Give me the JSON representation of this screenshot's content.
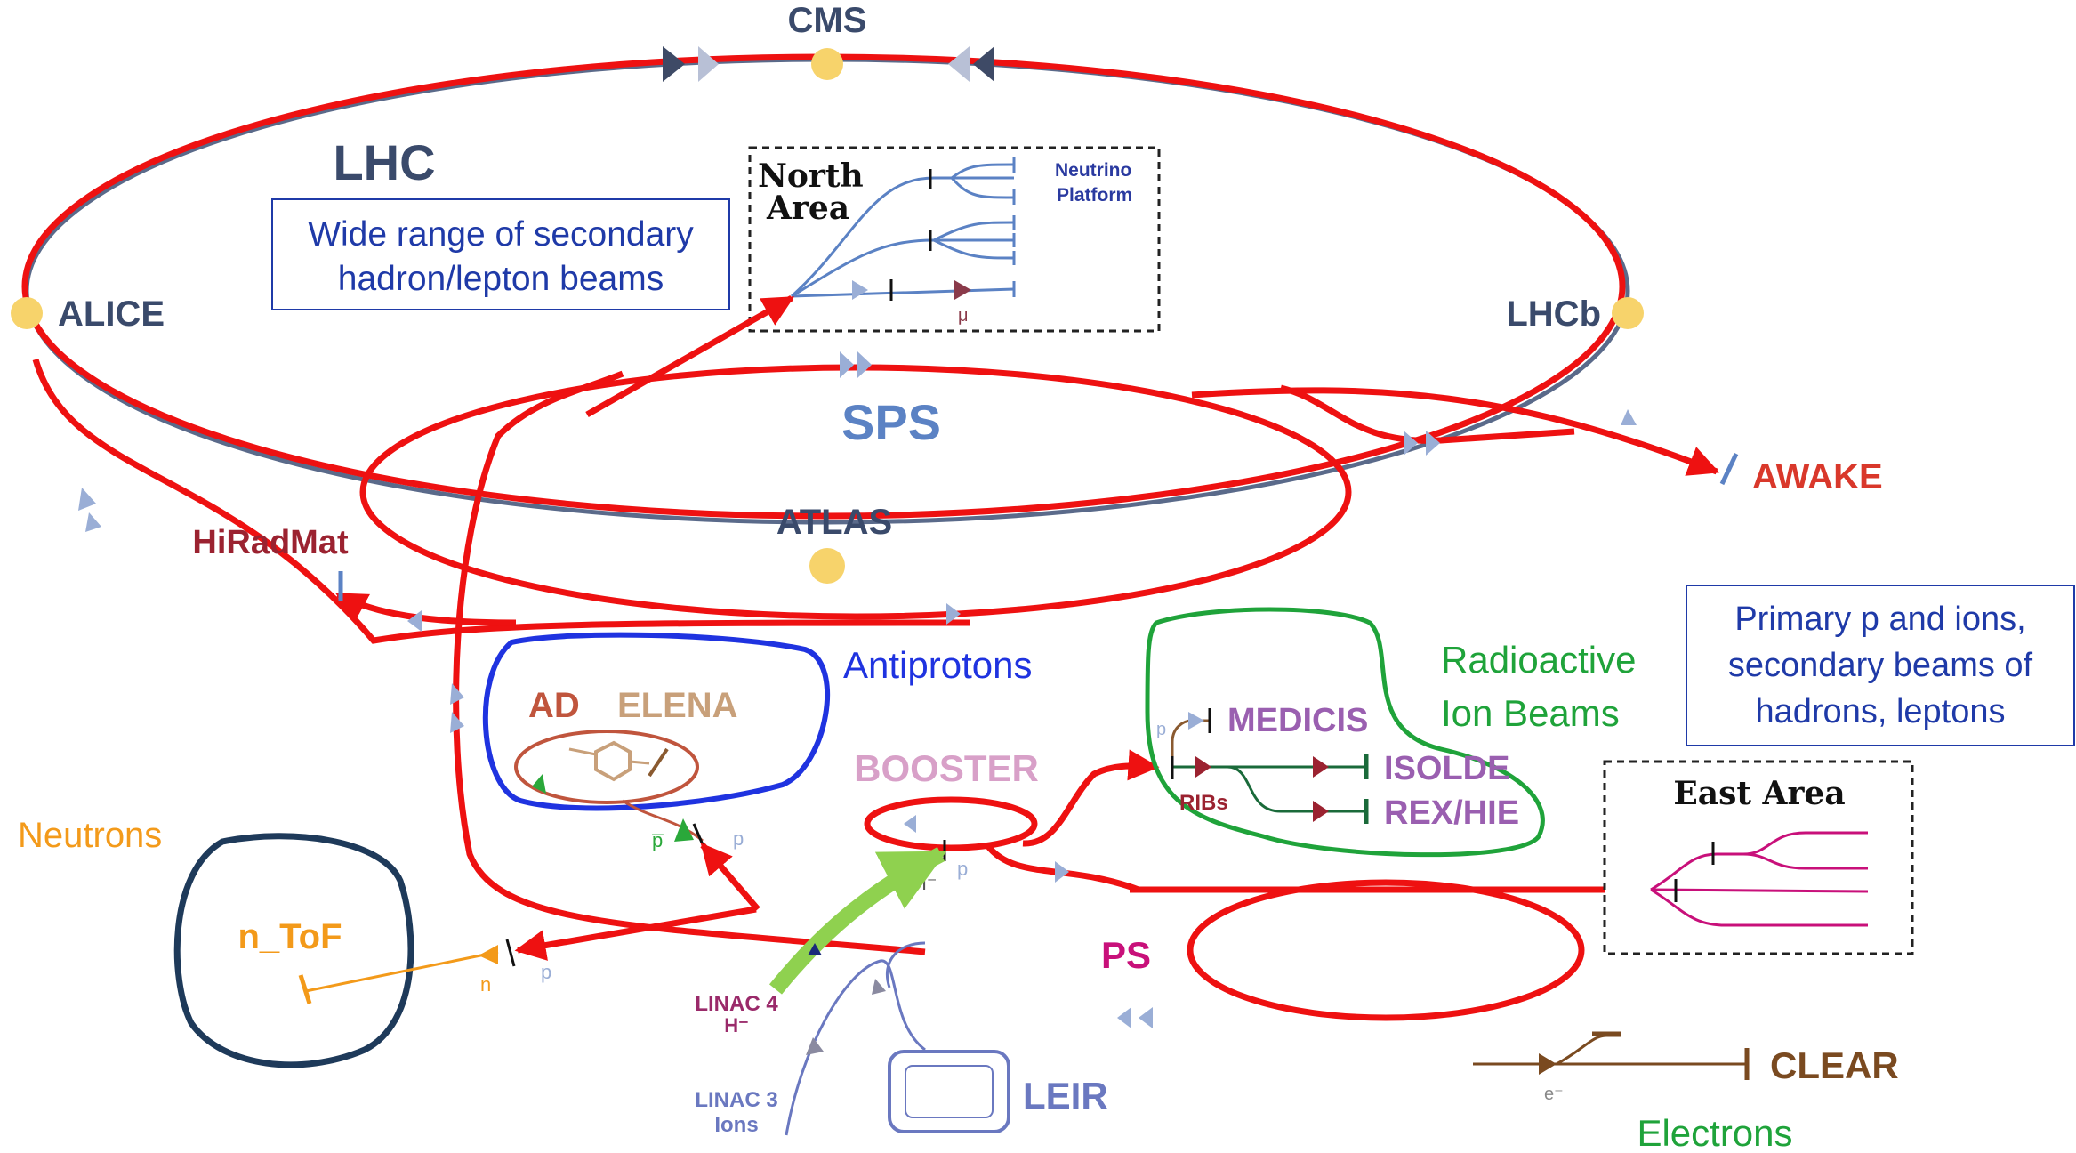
{
  "labels": {
    "cms": "CMS",
    "lhc": "LHC",
    "alice": "ALICE",
    "lhcb": "LHCb",
    "sps": "SPS",
    "atlas": "ATLAS",
    "awake": "AWAKE",
    "hiradmat": "HiRadMat",
    "antiprotons": "Antiprotons",
    "ad": "AD",
    "elena": "ELENA",
    "booster": "BOOSTER",
    "radioactive_line1": "Radioactive",
    "radioactive_line2": "Ion Beams",
    "medicis": "MEDICIS",
    "isolde": "ISOLDE",
    "rex_hie": "REX/HIE",
    "ribs": "RIBs",
    "neutrons": "Neutrons",
    "ntof": "n_ToF",
    "ps": "PS",
    "linac4_line1": "LINAC 4",
    "linac4_line2": "H⁻",
    "linac3_line1": "LINAC 3",
    "linac3_line2": "Ions",
    "leir": "LEIR",
    "clear": "CLEAR",
    "electrons": "Electrons",
    "east_area": "East Area",
    "north_area_line1": "North",
    "north_area_line2": "Area",
    "neutrino_line1": "Neutrino",
    "neutrino_line2": "Platform",
    "mu": "μ",
    "p_small": "p",
    "pbar_small": "p̅",
    "n_small": "n",
    "hminus_small": "H⁻",
    "eminus_small": "e⁻"
  },
  "boxes": {
    "secondary_line1": "Wide range of secondary",
    "secondary_line2": "hadron/lepton beams",
    "primary_line1": "Primary p and ions,",
    "primary_line2": "secondary beams of",
    "primary_line3": "hadrons, leptons"
  },
  "colors": {
    "proton_beam": "#ee1111",
    "lhc_label": "#3a4a6b",
    "sps_label": "#5b82c4",
    "awake": "#d9382b",
    "hiradmat": "#9b2230",
    "antiproton": "#1f33e0",
    "ad": "#c0553d",
    "elena": "#c8a07a",
    "booster": "#d8a0c8",
    "radioactive": "#1fa33a",
    "medicis": "#9a5fb0",
    "neutrons": "#f39a1a",
    "ntof_ring": "#1e3a5a",
    "ps": "#c8107a",
    "linac4": "#8fd14f",
    "linac4_label": "#9a2a6a",
    "leir": "#6a78c0",
    "clear": "#7a4a20",
    "east_area": "#c8107a",
    "secondary_text": "#1f3aa8",
    "interaction_point": "#f7d36b"
  }
}
